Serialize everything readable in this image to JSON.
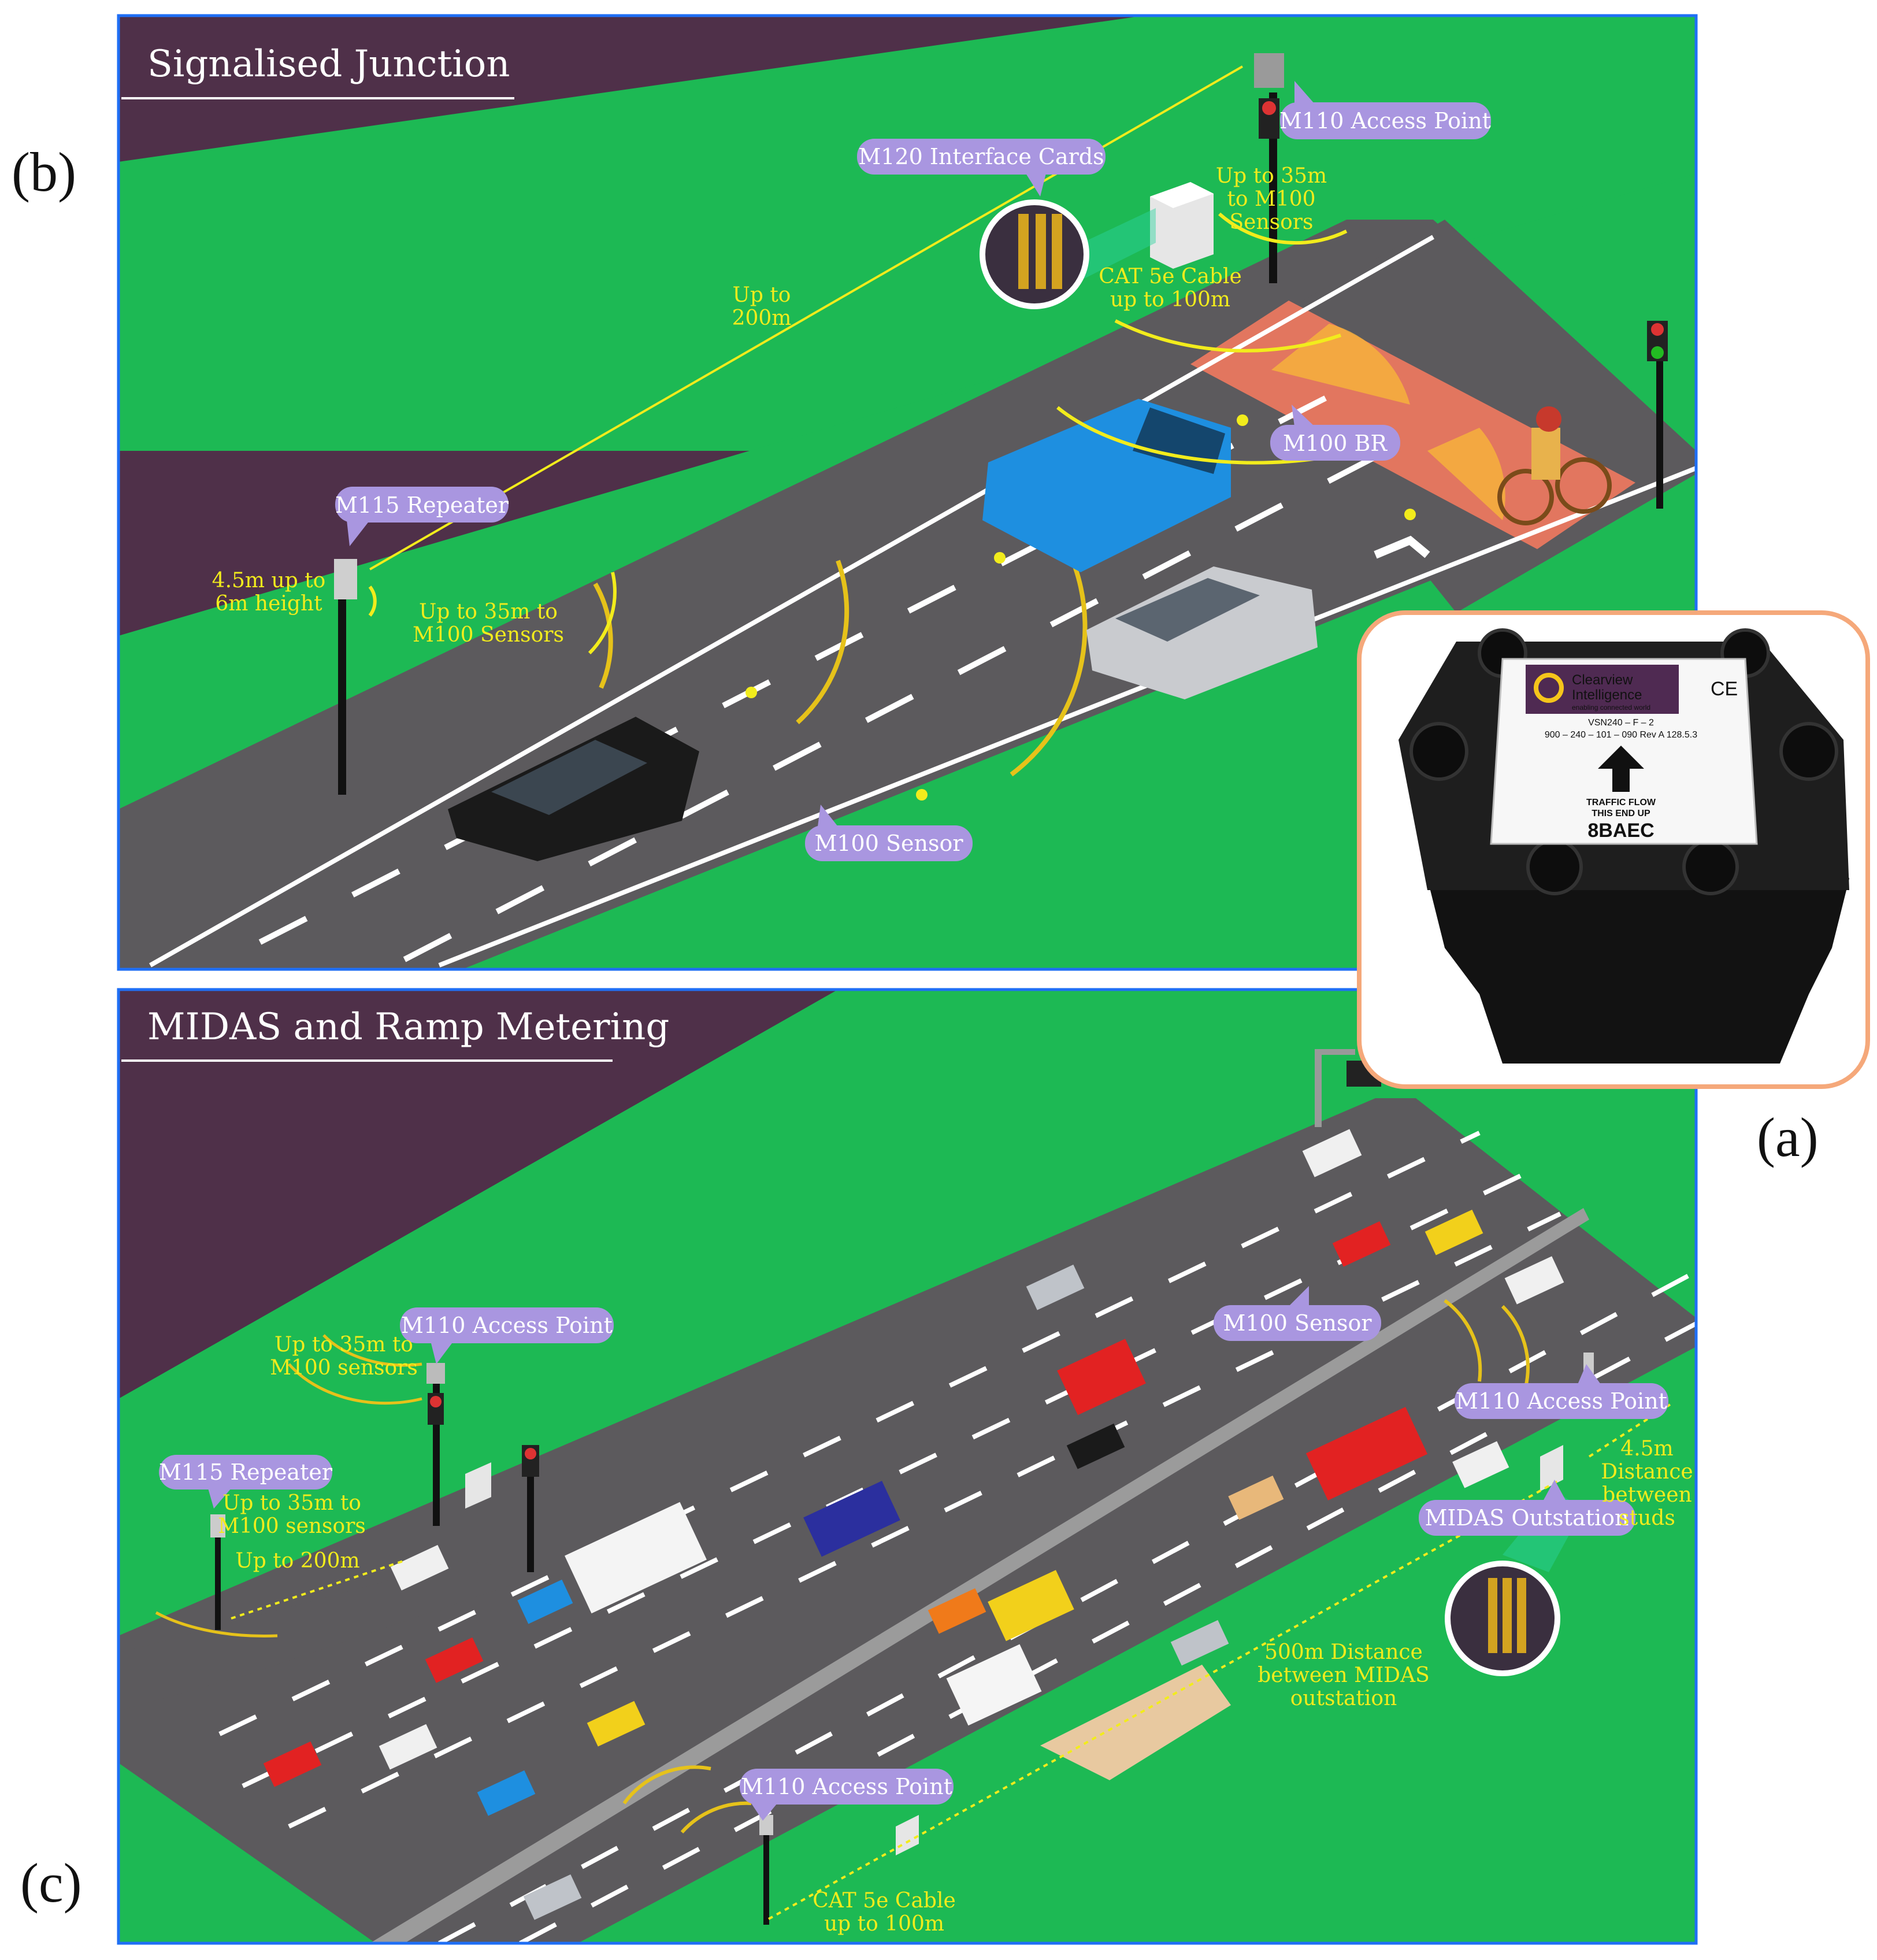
{
  "panel_labels": {
    "a": "(a)",
    "b": "(b)",
    "c": "(c)"
  },
  "colors": {
    "background": "#4f3049",
    "grass": "#1db954",
    "road": "#5c5a5d",
    "callout": "#a996e0",
    "annotation": "#f2ec1c",
    "frame": "#1f6ff5",
    "crossing": "#e2765f",
    "detection_zone": "#f6b13c",
    "photo_border": "#f5a87a"
  },
  "junction": {
    "title": "Signalised Junction",
    "callouts": {
      "m110": "M110 Access Point",
      "m120": "M120 Interface Cards",
      "m115": "M115 Repeater",
      "m100br": "M100 BR",
      "m100": "M100 Sensor"
    },
    "annotations": {
      "range200_l1": "Up to",
      "range200_l2": "200m",
      "cab_range_l1": "Up to 35m",
      "cab_range_l2": "to M100",
      "cab_range_l3": "Sensors",
      "cable_l1": "CAT 5e Cable",
      "cable_l2": "up to 100m",
      "height_l1": "4.5m up to",
      "height_l2": "6m height",
      "rep_range_l1": "Up to 35m to",
      "rep_range_l2": "M100 Sensors"
    }
  },
  "sensor_photo": {
    "brand_l1": "Clearview",
    "brand_l2": "Intelligence",
    "brand_tagline": "enabling connected world",
    "ce_mark": "CE",
    "model": "VSN240 – F – 2",
    "part": "900 – 240 – 101 – 090 Rev A 128.5.3",
    "flow_l1": "TRAFFIC FLOW",
    "flow_l2": "THIS END UP",
    "id": "8BAEC"
  },
  "midas": {
    "title": "MIDAS and Ramp Metering",
    "callouts": {
      "m110_left": "M110 Access Point",
      "m115": "M115 Repeater",
      "m100": "M100 Sensor",
      "m110_right": "M110 Access Point",
      "midas_outstation": "MIDAS Outstation",
      "m110_bottom": "M110 Access Point"
    },
    "annotations": {
      "ap_range_l1": "Up to 35m to",
      "ap_range_l2": "M100 sensors",
      "rep_range_l1": "Up to 35m to",
      "rep_range_l2": "M100 sensors",
      "rep_200": "Up to 200m",
      "stud_l1": "4.5m",
      "stud_l2": "Distance",
      "stud_l3": "between",
      "stud_l4": "studs",
      "midas_l1": "500m Distance",
      "midas_l2": "between MIDAS",
      "midas_l3": "outstation",
      "cable_l1": "CAT 5e Cable",
      "cable_l2": "up to 100m"
    }
  }
}
